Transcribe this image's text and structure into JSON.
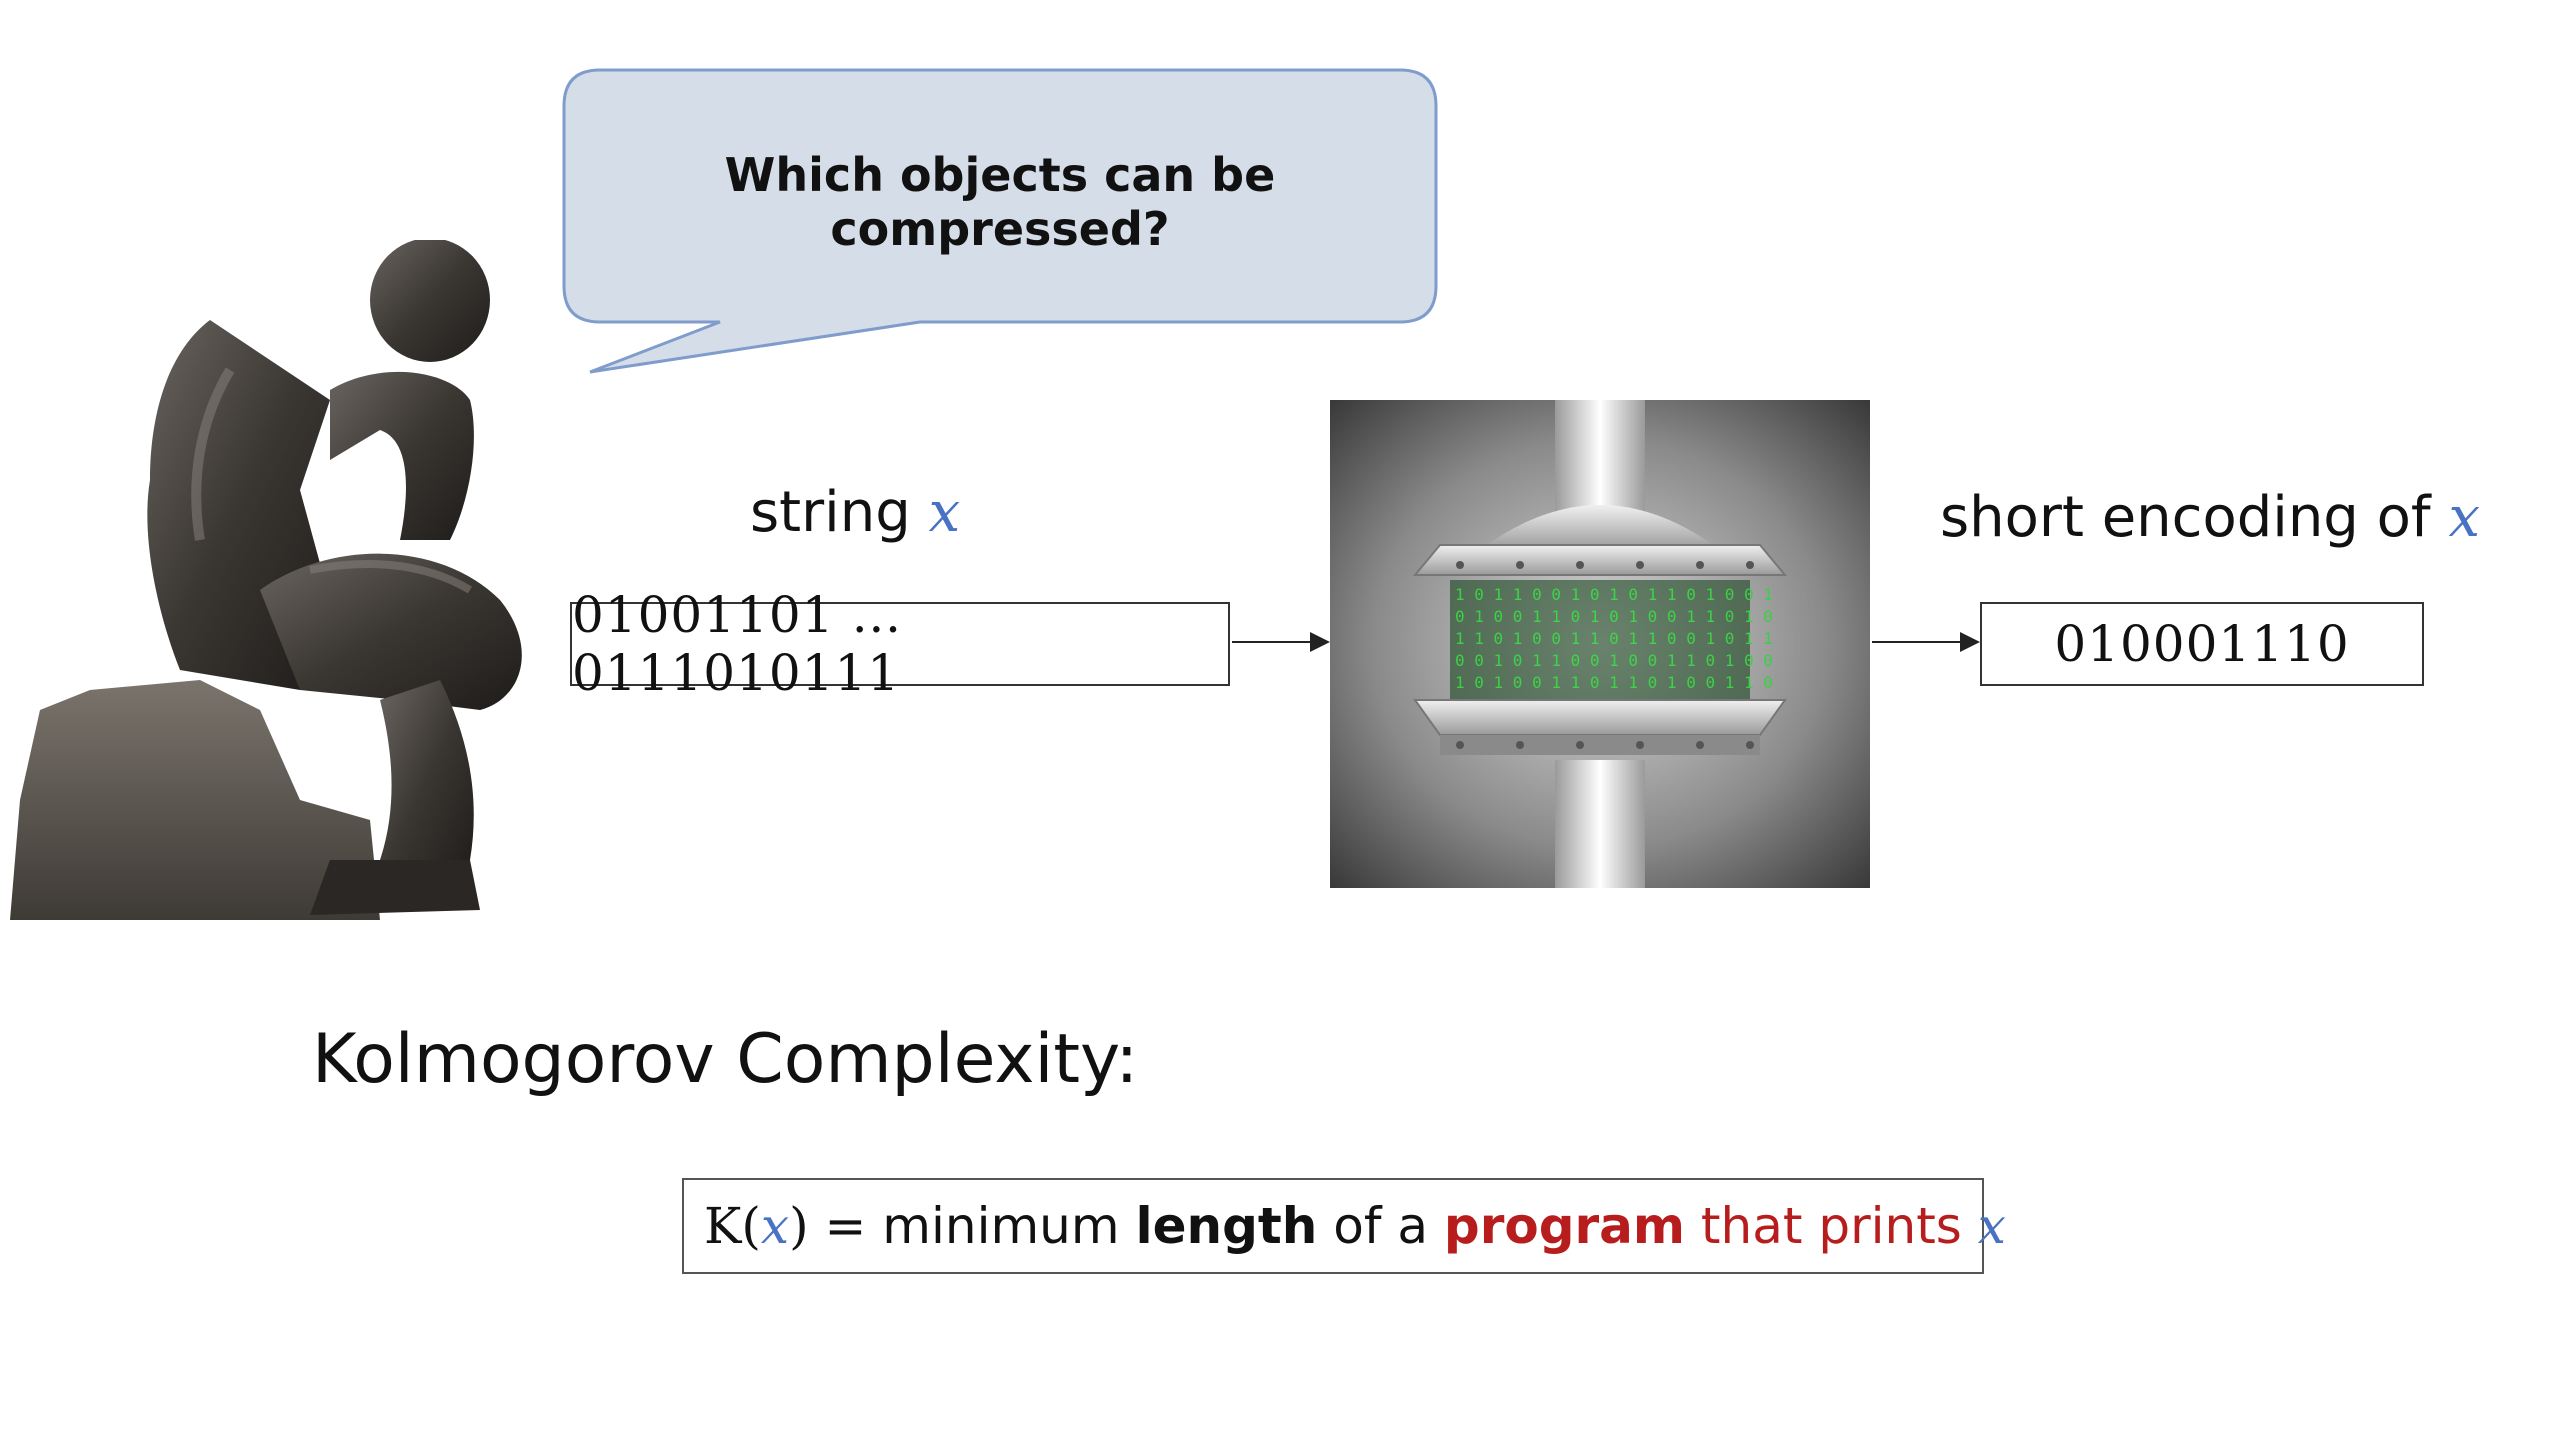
{
  "bubble": {
    "question": "Which objects can be compressed?"
  },
  "input": {
    "label_prefix": "string",
    "label_var": "x",
    "bits": "01001101 … 0111010111"
  },
  "output": {
    "label_prefix": "short encoding of",
    "label_var": "x",
    "bits": "010001110"
  },
  "heading": "Kolmogorov Complexity:",
  "definition": {
    "func": "K(",
    "var": "x",
    "close": ")",
    "eq": " = minimum ",
    "length": "length",
    "of_a": " of a ",
    "program": "program",
    "that_prints": " that prints ",
    "var2": "x"
  },
  "colors": {
    "accent_blue": "#4a72c4",
    "accent_red": "#b81d1d",
    "bubble_fill": "#d5dde8",
    "bubble_stroke": "#7f9ccc"
  }
}
